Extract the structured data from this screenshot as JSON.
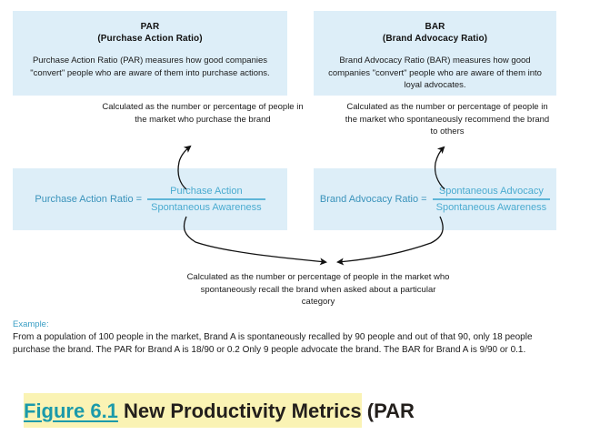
{
  "figure": {
    "panels": [
      {
        "id": "par",
        "abbr": "PAR",
        "expansion": "(Purchase Action Ratio)",
        "description": "Purchase Action Ratio (PAR) measures how good companies \"convert\" people who are aware of them into purchase actions.",
        "note": "Calculated as the number or percentage of people in the market who purchase the brand",
        "formula": {
          "lhs": "Purchase Action Ratio  =",
          "numerator": "Purchase Action",
          "denominator": "Spontaneous Awareness"
        }
      },
      {
        "id": "bar",
        "abbr": "BAR",
        "expansion": "(Brand Advocacy Ratio)",
        "description": "Brand Advocacy Ratio (BAR) measures how good companies \"convert\" people who are aware of them into loyal advocates.",
        "note": "Calculated as the number or percentage of people in the market who spontaneously recommend the brand to others",
        "formula": {
          "lhs": "Brand Advocacy Ratio  =",
          "numerator": "Spontaneous Advocacy",
          "denominator": "Spontaneous Awareness"
        }
      }
    ],
    "joint_note": "Calculated as the number or percentage of people in the market who spontaneously recall the brand when asked about a particular category",
    "example": {
      "label": "Example:",
      "text": "From a population of 100 people in the market, Brand A is spontaneously recalled by 90 people and out of that 90, only 18 people purchase the brand. The PAR for Brand A is 18/90 or 0.2 Only 9 people advocate the brand. The BAR for Brand A is 9/90 or 0.1."
    },
    "caption": {
      "number": "Figure 6.1",
      "title": " New Productivity Metrics",
      "suffix": " (PAR"
    },
    "colors": {
      "panel_fill": "#ddeef8",
      "formula_text": "#4aabd0",
      "accent_teal": "#1b9aaa",
      "highlight_yellow": "#faf3b4",
      "body_text": "#1b1b1b"
    }
  }
}
